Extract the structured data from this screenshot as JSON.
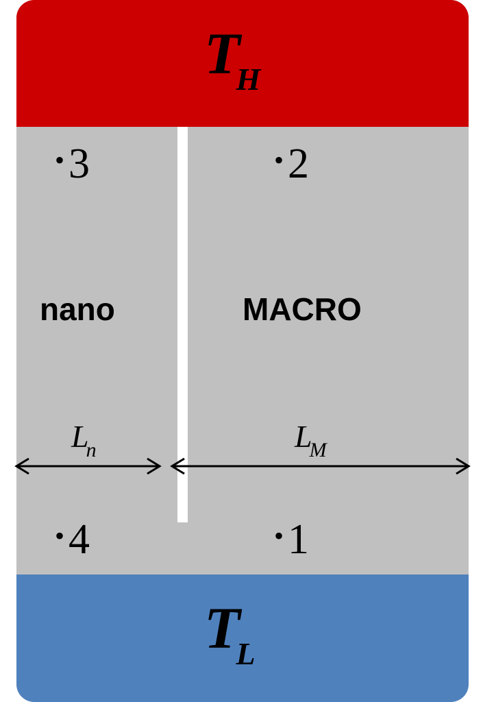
{
  "hot_reservoir": {
    "symbol": "T",
    "subscript": "H",
    "color": "#cc0000"
  },
  "cold_reservoir": {
    "symbol": "T",
    "subscript": "L",
    "color": "#4f81bd"
  },
  "medium_color": "#c0c0c0",
  "regions": {
    "nano": "nano",
    "macro": "MACRO"
  },
  "points": [
    {
      "dot": "•",
      "label": "3"
    },
    {
      "dot": "•",
      "label": "2"
    },
    {
      "dot": "•",
      "label": "4"
    },
    {
      "dot": "•",
      "label": "1"
    }
  ],
  "lengths": {
    "nano": {
      "symbol": "L",
      "subscript": "n"
    },
    "macro": {
      "symbol": "L",
      "subscript": "M"
    }
  }
}
